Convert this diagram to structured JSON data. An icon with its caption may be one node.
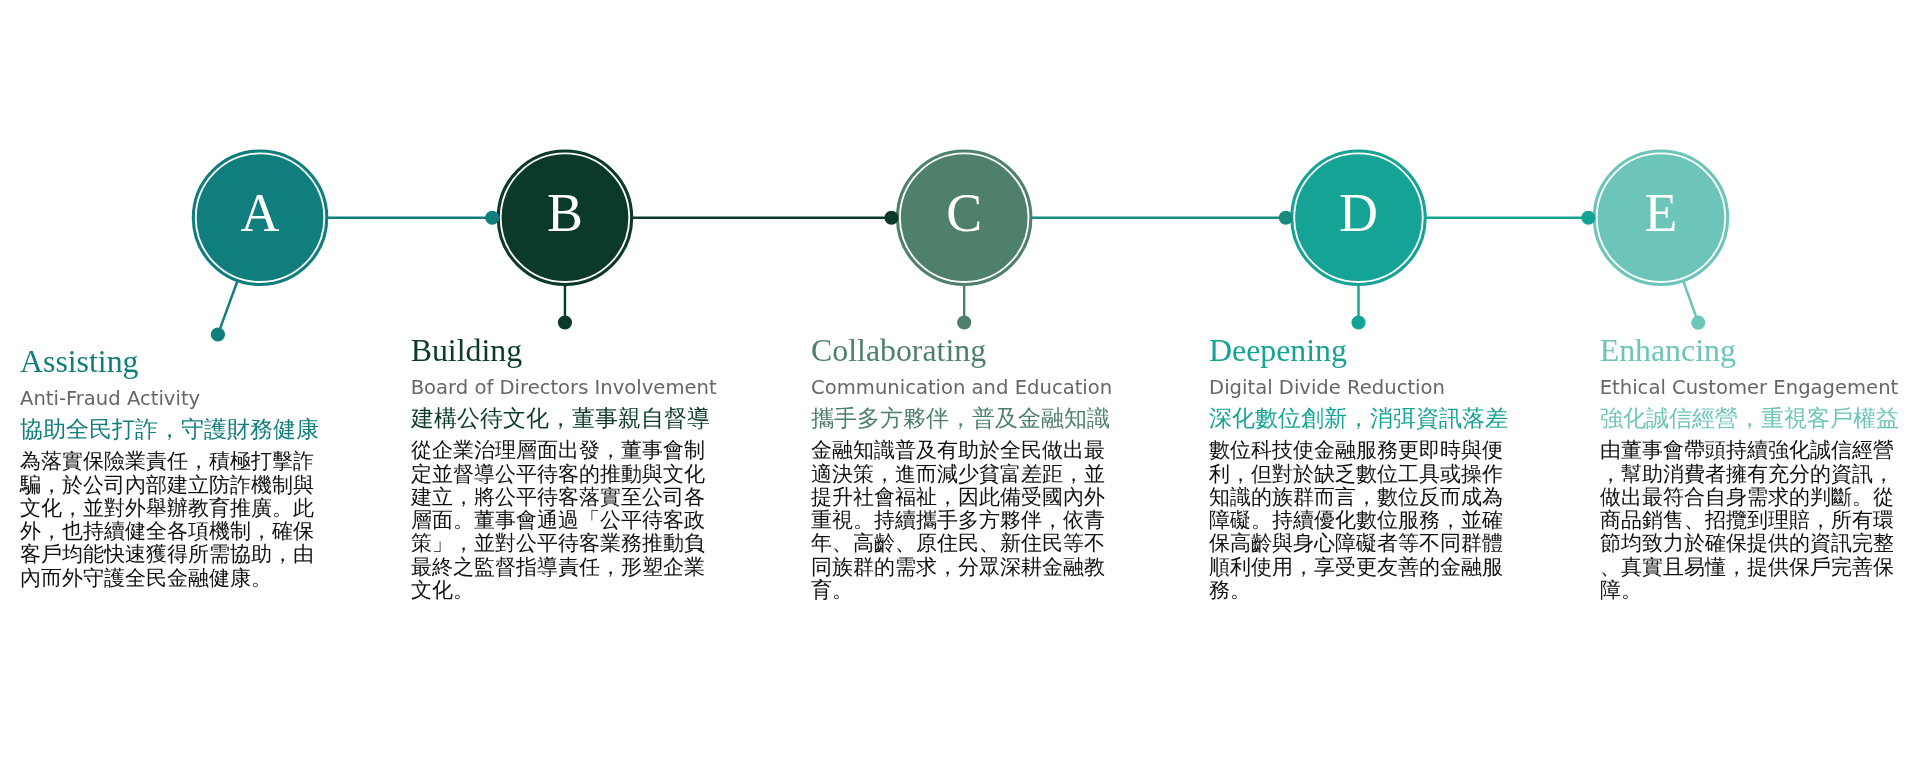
{
  "diagram": {
    "nodes": [
      {
        "text": [
          "A"
        ]
      },
      {
        "text": [
          "B"
        ]
      },
      {
        "text": [
          "C"
        ]
      },
      {
        "text": [
          "D"
        ]
      },
      {
        "text": [
          "E"
        ]
      },
      {
        "text": [
          "Assisting",
          "Anti-Fraud Activity",
          "協助全民打詐，守護財務健康",
          "為落實保險業責任，積極打擊詐騙，於公司內部建立防詐機制與文化，並對外舉辦教育推廣。此外，也持續健全各項機制，確保客戶均能快速獲得所需協助，由內而外守護全民金融健康。"
        ]
      },
      {
        "text": [
          "Building",
          "Board of Directors Involvement",
          "建構公待文化，董事親自督導",
          "從企業治理層面出發，董事會制定並督導公平待客的推動與文化建立，將公平待客落實至公司各層面。董事會通過「公平待客政策」，並對公平待客業務推動負最終之監督指導責任，形塑企業文化。"
        ]
      },
      {
        "text": [
          "Collaborating",
          "Communication and Education",
          "攜手多方夥伴，普及金融知識",
          "金融知識普及有助於全民做出最適決策，進而減少貧富差距，並提升社會福祉，因此備受國內外重視。持續攜手多方夥伴，依青年、高齡、原住民、新住民等不同族群的需求，分眾深耕金融教育。"
        ]
      },
      {
        "text": [
          "Deepening",
          "Digital Divide Reduction",
          "深化數位創新，消弭資訊落差",
          "數位科技使金融服務更即時與便利，但對於缺乏數位工具或操作知識的族群而言，數位反而成為障礙。持續優化數位服務，並確保高齡與身心障礙者等不同群體順利使用，享受更友善的金融服務。"
        ]
      },
      {
        "text": [
          "Enhancing",
          "Ethical Customer Engagement",
          "強化誠信經營，重視客戶權益",
          "由董事會帶頭持續強化誠信經營，幫助消費者擁有充分的資訊，做出最符合自身需求的判斷。從商品銷售、招攬到理賠，所有環節均致力於確保提供的資訊完整、真實且易懂，提供保戶完善保障。"
        ]
      }
    ],
    "edges": [
      {
        "from": 0,
        "to": 1,
        "arrow": "other",
        "color": "#117e7e"
      },
      {
        "from": 1,
        "to": 2,
        "arrow": "other",
        "color": "#0b3b28"
      },
      {
        "from": 2,
        "to": 3,
        "arrow": "other",
        "color": "#1b8a80"
      },
      {
        "from": 3,
        "to": 4,
        "arrow": "other",
        "color": "#15a396"
      },
      {
        "from": 0,
        "to": 5,
        "arrow": "other",
        "color": "#117e7e"
      },
      {
        "from": 1,
        "to": 6,
        "arrow": "other",
        "color": "#0b3b28"
      },
      {
        "from": 2,
        "to": 7,
        "arrow": "other",
        "color": "#4e806a"
      },
      {
        "from": 3,
        "to": 8,
        "arrow": "other",
        "color": "#15a396"
      },
      {
        "from": 4,
        "to": 9,
        "arrow": "other",
        "color": "#6cc5b8"
      }
    ]
  }
}
